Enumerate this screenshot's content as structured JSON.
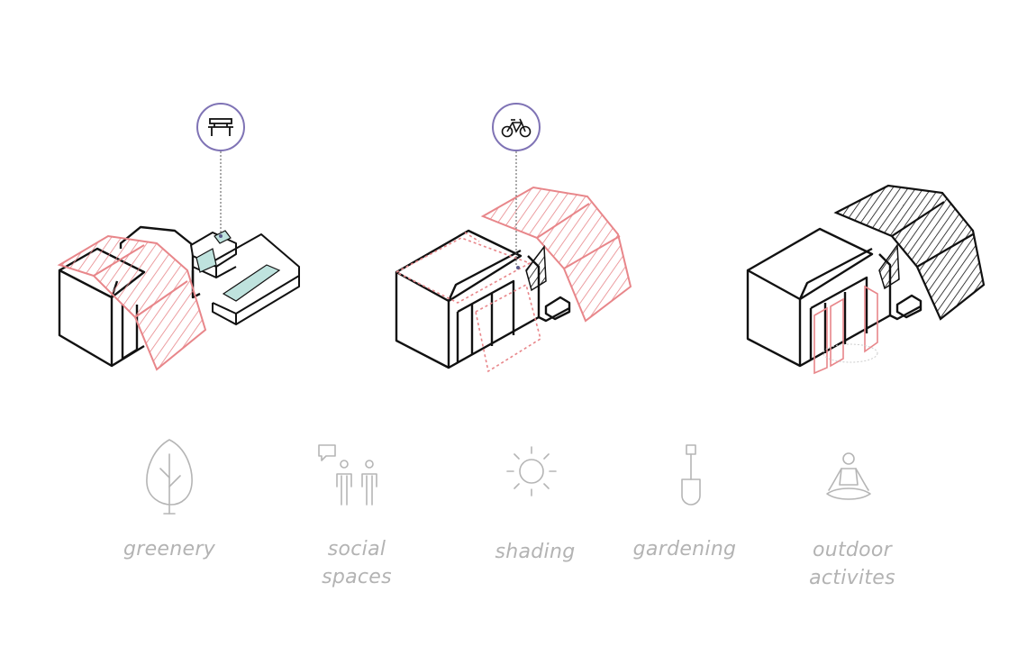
{
  "figure": {
    "amenity_badges": [
      {
        "icon": "bench-icon"
      },
      {
        "icon": "bicycle-icon"
      }
    ],
    "colors": {
      "outline": "#111111",
      "canopy_red": "#e8868a",
      "badge_ring": "#7f73b5",
      "glass_teal": "#bfe3de",
      "legend_grey": "#b5b5b5"
    },
    "legend": [
      {
        "icon": "tree-icon",
        "lines": [
          "greenery"
        ]
      },
      {
        "icon": "people-talking-icon",
        "lines": [
          "social",
          "spaces"
        ]
      },
      {
        "icon": "sun-icon",
        "lines": [
          "shading"
        ]
      },
      {
        "icon": "shovel-icon",
        "lines": [
          "gardening"
        ]
      },
      {
        "icon": "meditation-icon",
        "lines": [
          "outdoor",
          "activites"
        ]
      }
    ]
  }
}
